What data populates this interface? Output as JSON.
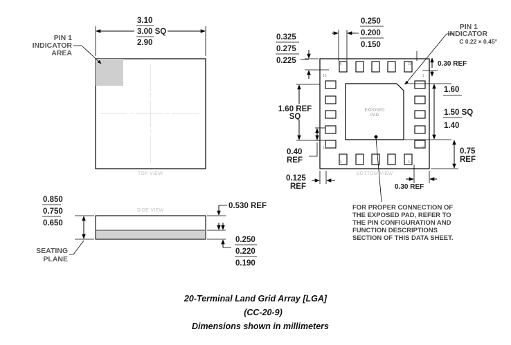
{
  "top_view": {
    "label": "TOP VIEW",
    "pin1_label": [
      "PIN 1",
      "INDICATOR",
      "AREA"
    ],
    "width_dims": [
      "3.10",
      "3.00 SQ",
      "2.90"
    ]
  },
  "side_view": {
    "label": "SIDE VIEW",
    "height_dims": [
      "0.850",
      "0.750",
      "0.650"
    ],
    "mid_ref": "0.530 REF",
    "pad_dims": [
      "0.250",
      "0.220",
      "0.190"
    ],
    "seating_label": [
      "SEATING",
      "PLANE"
    ]
  },
  "bottom_view": {
    "label": "BOTTOM VIEW",
    "pin1_label": [
      "PIN 1",
      "INDICATOR"
    ],
    "pin1_chamfer": "C 0.22 × 0.45°",
    "pad_width_dims": [
      "0.250",
      "0.200",
      "0.150"
    ],
    "pad_len_dims": [
      "0.325",
      "0.275",
      "0.225"
    ],
    "ref_top": "0.30 REF",
    "exposed_dims": [
      "1.60",
      "1.50 SQ",
      "1.40"
    ],
    "center_ref": [
      "1.60 REF",
      "SQ"
    ],
    "pitch_ref": [
      "0.40",
      "REF"
    ],
    "corner_ref": [
      "0.75",
      "REF"
    ],
    "edge_ref": [
      "0.125",
      "REF"
    ],
    "ref_bottom": "0.30 REF",
    "exposed_pad_label": [
      "EXPOSED",
      "PAD"
    ],
    "pin_numbers": [
      "16",
      "20",
      "15",
      "11",
      "10",
      "6",
      "5",
      "1"
    ],
    "note": [
      "FOR PROPER CONNECTION OF",
      "THE EXPOSED PAD, REFER TO",
      "THE PIN CONFIGURATION AND",
      "FUNCTION DESCRIPTIONS",
      "SECTION OF THIS DATA SHEET."
    ]
  },
  "caption": {
    "title": "20-Terminal Land Grid Array [LGA]",
    "code": "(CC-20-9)",
    "units": "Dimensions shown in millimeters"
  }
}
